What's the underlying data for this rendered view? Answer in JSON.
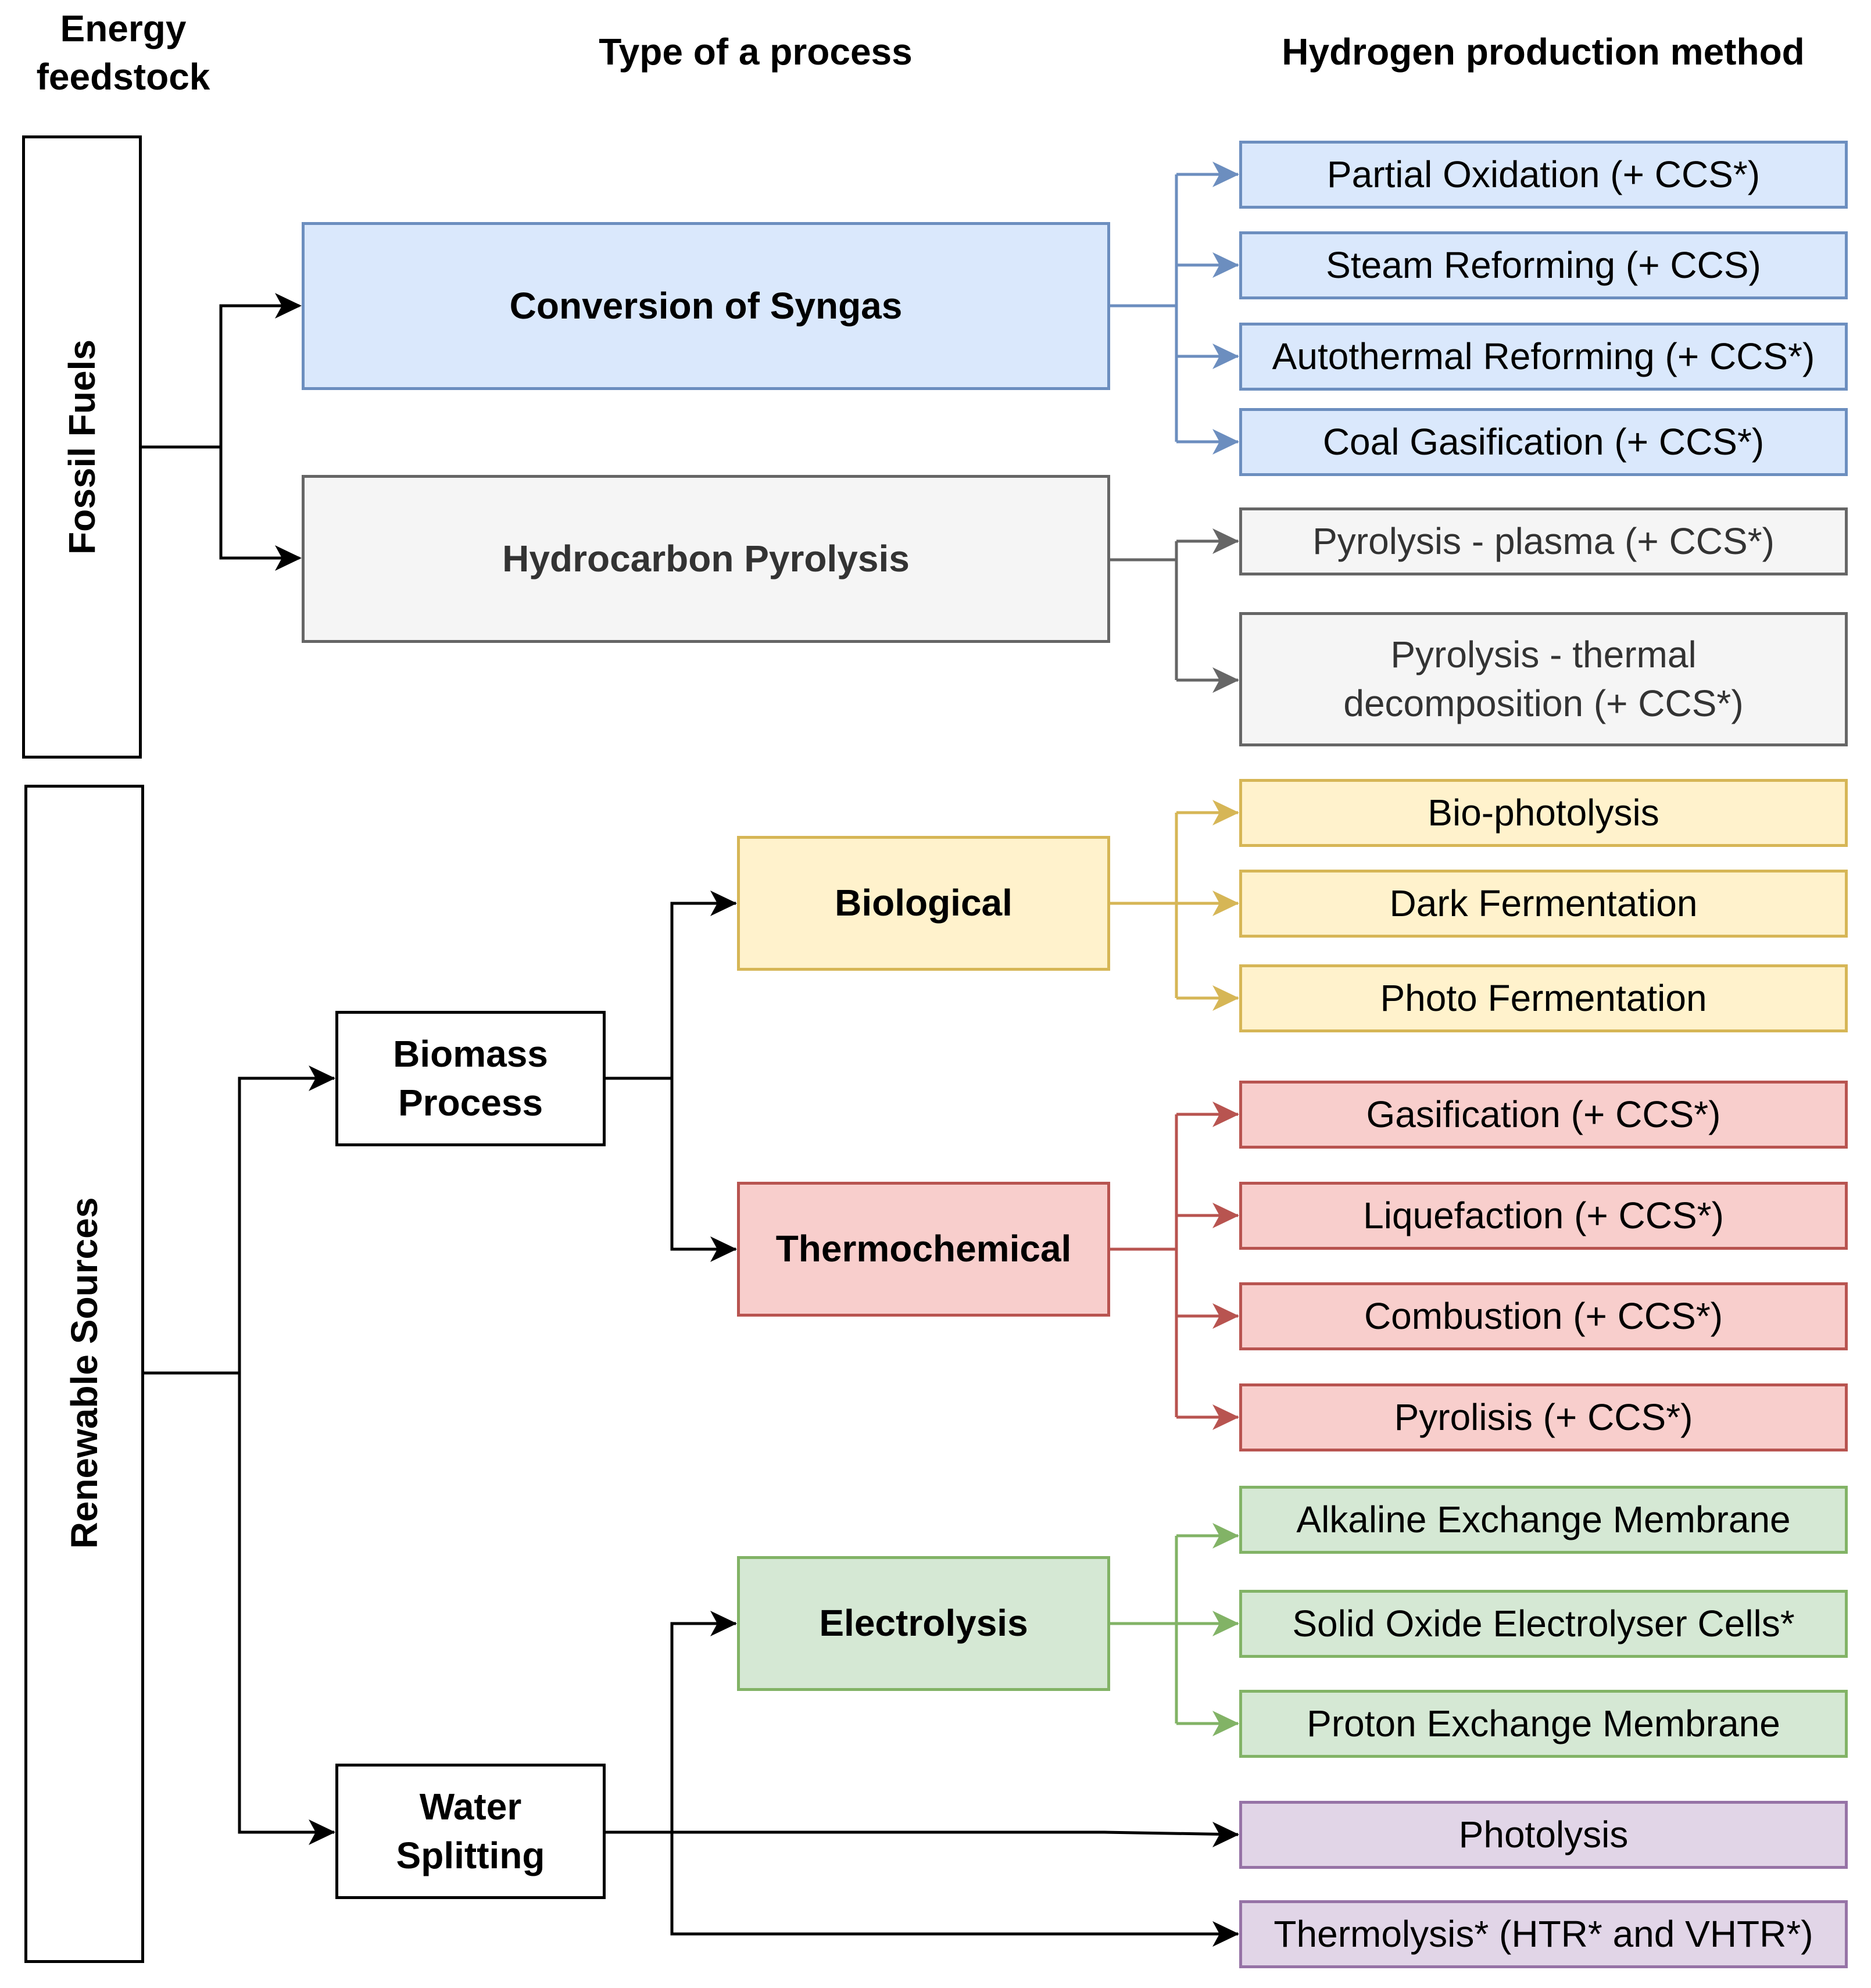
{
  "headers": {
    "energy_feedstock": "Energy\nfeedstock",
    "type_of_process": "Type of a process",
    "method": "Hydrogen production method"
  },
  "feedstock": {
    "fossil": "Fossil Fuels",
    "renewable": "Renewable Sources"
  },
  "processes": {
    "syngas": "Conversion of Syngas",
    "pyrolysis": "Hydrocarbon Pyrolysis",
    "biomass": "Biomass\nProcess",
    "water": "Water\nSplitting",
    "biological": "Biological",
    "thermochemical": "Thermochemical",
    "electrolysis": "Electrolysis"
  },
  "methods": {
    "partial_oxidation": "Partial Oxidation (+ CCS*)",
    "steam_reforming": "Steam Reforming (+ CCS)",
    "autothermal": "Autothermal Reforming (+ CCS*)",
    "coal_gasification": "Coal Gasification (+ CCS*)",
    "pyrolysis_plasma": "Pyrolysis - plasma (+ CCS*)",
    "pyrolysis_thermal": "Pyrolysis - thermal\ndecomposition (+ CCS*)",
    "bio_photolysis": "Bio-photolysis",
    "dark_fermentation": "Dark Fermentation",
    "photo_fermentation": "Photo Fermentation",
    "gasification": "Gasification (+ CCS*)",
    "liquefaction": "Liquefaction (+ CCS*)",
    "combustion": "Combustion (+ CCS*)",
    "pyrolisis": "Pyrolisis (+ CCS*)",
    "alkaline": "Alkaline Exchange Membrane",
    "solid_oxide": "Solid Oxide Electrolyser Cells*",
    "proton": "Proton Exchange Membrane",
    "photolysis": "Photolysis",
    "thermolysis": "Thermolysis* (HTR* and VHTR*)"
  },
  "colors": {
    "blue": "#6c8ebf",
    "grey": "#666666",
    "yellow": "#d6b656",
    "red": "#b85450",
    "green": "#82b366",
    "purple": "#9673a6",
    "black": "#000000"
  }
}
